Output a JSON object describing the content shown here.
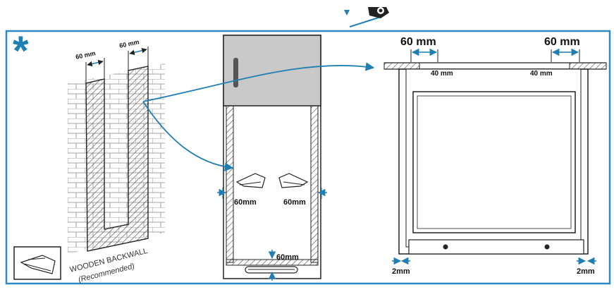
{
  "marker": "*",
  "colors": {
    "accent": "#1f7fb3",
    "frame": "#2e8bbf",
    "line": "#222222",
    "cabinet_door": "#c9c9c9",
    "wall_hatch": "#555555"
  },
  "left_panel": {
    "dim_left": "60 mm",
    "dim_right": "60 mm",
    "caption_line1": "WOODEN BACKWALL",
    "caption_line2": "(Recommended)"
  },
  "middle_panel": {
    "dim_left": "60mm",
    "dim_right": "60mm",
    "dim_bottom": "60mm"
  },
  "right_panel": {
    "top_left_dim": "60 mm",
    "top_right_dim": "60 mm",
    "inner_left_dim": "40 mm",
    "inner_right_dim": "40 mm",
    "bottom_left_dim": "2mm",
    "bottom_right_dim": "2mm"
  },
  "icons": [
    "bracket-icon",
    "screw-icon",
    "hatched-wall-icon",
    "cabinet-icon"
  ]
}
